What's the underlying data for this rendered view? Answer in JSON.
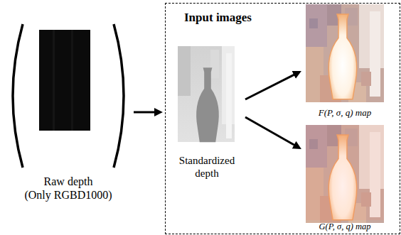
{
  "diagram": {
    "nodes": [
      {
        "text": [
          "Raw depth (Only RGBD1000)"
        ]
      },
      {
        "text": [
          "Input images"
        ]
      },
      {
        "text": [
          "Standardized depth"
        ],
        "in": 1
      },
      {
        "text": [
          "F(P, σ, q) map"
        ],
        "in": 1
      },
      {
        "text": [
          "G(P, σ, q) map"
        ],
        "in": 1
      }
    ],
    "edges": [
      {
        "from": 0,
        "to": 1,
        "arrow": "to"
      },
      {
        "from": 2,
        "to": 3,
        "arrow": "to"
      },
      {
        "from": 2,
        "to": 4,
        "arrow": "to"
      }
    ]
  }
}
